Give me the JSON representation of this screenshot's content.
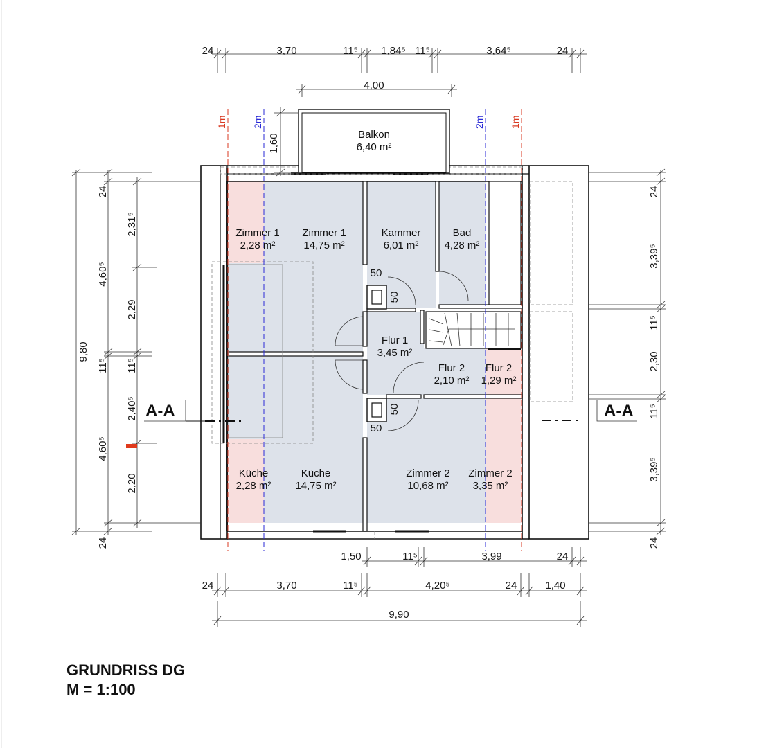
{
  "title": {
    "line1": "GRUNDRISS DG",
    "line2": "M = 1:100"
  },
  "section_marker": {
    "label": "A-A"
  },
  "height_lines": {
    "one_meter": "1m",
    "two_meter": "2m"
  },
  "rooms": {
    "balkon": {
      "name": "Balkon",
      "area": "6,40 m²"
    },
    "zimmer1_low": {
      "name": "Zimmer 1",
      "area": "2,28 m²"
    },
    "zimmer1": {
      "name": "Zimmer 1",
      "area": "14,75 m²"
    },
    "kammer": {
      "name": "Kammer",
      "area": "6,01 m²"
    },
    "bad": {
      "name": "Bad",
      "area": "4,28 m²"
    },
    "flur1": {
      "name": "Flur 1",
      "area": "3,45 m²"
    },
    "flur2": {
      "name": "Flur 2",
      "area": "2,10 m²"
    },
    "flur2_low": {
      "name": "Flur 2",
      "area": "1,29 m²"
    },
    "kueche_low": {
      "name": "Küche",
      "area": "2,28 m²"
    },
    "kueche": {
      "name": "Küche",
      "area": "14,75 m²"
    },
    "zimmer2": {
      "name": "Zimmer 2",
      "area": "10,68 m²"
    },
    "zimmer2_low": {
      "name": "Zimmer 2",
      "area": "3,35 m²"
    }
  },
  "dimensions": {
    "top": [
      "24",
      "3,70",
      "11⁵",
      "1,84⁵",
      "11⁵",
      "3,64⁵",
      "24"
    ],
    "balkon_width": "4,00",
    "balkon_depth": "1,60",
    "chimney": [
      "50",
      "50",
      "50",
      "50"
    ],
    "bottom_inner": [
      "1,50",
      "11⁵",
      "3,99",
      "24"
    ],
    "bottom_row": [
      "24",
      "3,70",
      "11⁵",
      "4,20⁵",
      "24",
      "1,40"
    ],
    "bottom_total": "9,90",
    "left_total": "9,80",
    "left_outer": [
      "24",
      "4,60⁵",
      "11⁵",
      "4,60⁵",
      "24"
    ],
    "left_inner": [
      "2,31⁵",
      "2,29",
      "11⁵",
      "2,40⁵",
      "2,20"
    ],
    "right": [
      "24",
      "3,39⁵",
      "11⁵",
      "2,30",
      "11⁵",
      "3,39⁵",
      "24"
    ]
  },
  "colors": {
    "room_fill": "#dde2ea",
    "low_height_fill": "#f8dedd",
    "one_meter_line": "#d93a22",
    "two_meter_line": "#2a2ad6"
  }
}
